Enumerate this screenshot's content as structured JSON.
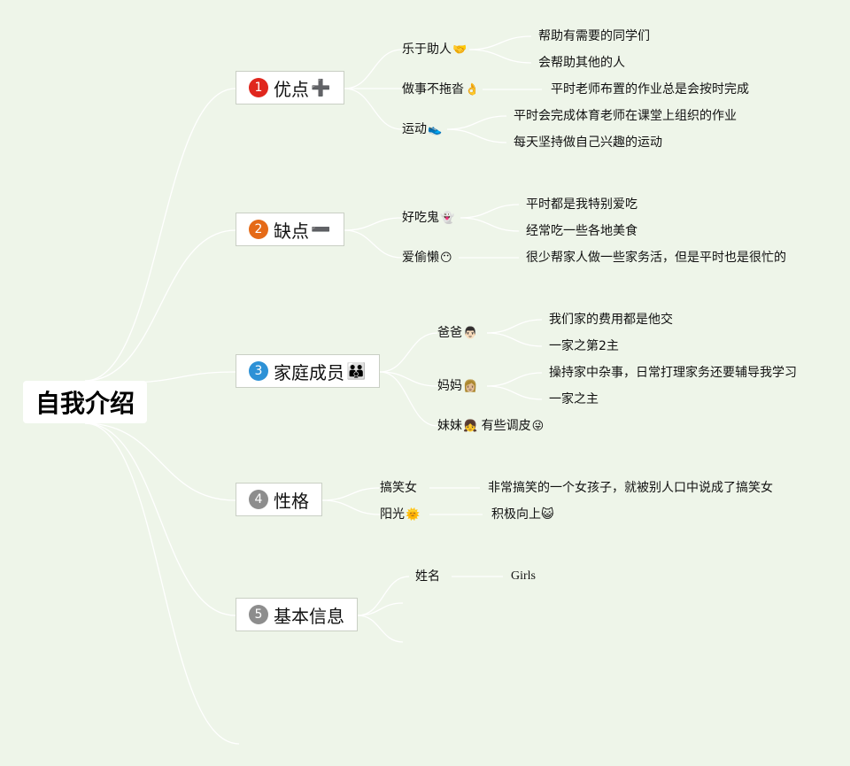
{
  "root": {
    "label": "自我介绍"
  },
  "branches": [
    {
      "num": "1",
      "label": "优点",
      "icon": "➕",
      "icon_name": "plus-icon",
      "children": [
        {
          "label": "乐于助人",
          "emoji": "🤝",
          "leaves": [
            "帮助有需要的同学们",
            "会帮助其他的人"
          ]
        },
        {
          "label": "做事不拖沓",
          "emoji": "👌",
          "leaves": [
            "平时老师布置的作业总是会按时完成"
          ]
        },
        {
          "label": "运动",
          "emoji": "👟",
          "leaves": [
            "平时会完成体育老师在课堂上组织的作业",
            "每天坚持做自己兴趣的运动"
          ]
        }
      ]
    },
    {
      "num": "2",
      "label": "缺点",
      "icon": "➖",
      "icon_name": "minus-icon",
      "children": [
        {
          "label": "好吃鬼",
          "emoji": "👻",
          "leaves": [
            "平时都是我特别爱吃",
            "经常吃一些各地美食"
          ]
        },
        {
          "label": "爱偷懒",
          "emoji": "😶",
          "leaves": [
            "很少帮家人做一些家务活，但是平时也是很忙的"
          ]
        }
      ]
    },
    {
      "num": "3",
      "label": "家庭成员",
      "icon": "👪",
      "icon_name": "family-icon",
      "children": [
        {
          "label": "爸爸",
          "emoji": "👨🏻",
          "leaves": [
            "我们家的费用都是他交",
            "一家之第2主"
          ]
        },
        {
          "label": "妈妈",
          "emoji": "👩🏼",
          "leaves": [
            "操持家中杂事，日常打理家务还要辅导我学习",
            "一家之主"
          ]
        },
        {
          "label": "妹妹",
          "emoji": "👧",
          "suffix": "有些调皮",
          "suffix_emoji": "😜",
          "leaves": []
        }
      ]
    },
    {
      "num": "4",
      "label": "性格",
      "icon": "",
      "icon_name": "",
      "children": [
        {
          "label": "搞笑女",
          "emoji": "",
          "leaves": [
            "非常搞笑的一个女孩子，就被别人口中说成了搞笑女"
          ]
        },
        {
          "label": "阳光",
          "emoji": "🌞",
          "leaves": [
            "积极向上😺"
          ]
        }
      ]
    },
    {
      "num": "5",
      "label": "基本信息",
      "icon": "",
      "icon_name": "",
      "children": [
        {
          "label": "姓名",
          "emoji": "",
          "leaves": [
            "Girls"
          ]
        }
      ]
    }
  ],
  "colors": {
    "background": "#eef5e9",
    "line": "#ffffff",
    "n1": "#e0261d",
    "n2": "#e56a17",
    "n3": "#2d91d6",
    "n4": "#8d8d8d"
  }
}
